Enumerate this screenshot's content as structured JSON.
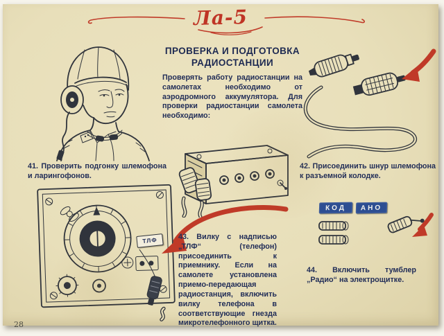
{
  "page": {
    "header_title": "Ла-5",
    "page_number": "28"
  },
  "article": {
    "title_line1": "ПРОВЕРКА И ПОДГОТОВКА",
    "title_line2": "РАДИОСТАНЦИИ",
    "intro": "Проверять работу радиостанции на самолетах необходимо от аэродромного аккумулятора. Для проверки радиостанции самолета необходимо:",
    "steps": [
      {
        "id": "41",
        "text": "41. Проверить подгонку шлемофона и ларингофонов."
      },
      {
        "id": "42",
        "text": "42. Присоединить шнур шлемофона к разъемной колодке."
      },
      {
        "id": "43",
        "text": "43. Вилку с надписью „ТЛФ“ (телефон) присоединить к приемнику. Если на самолете установлена приемо-передающая радиостанция, включить вилку телефона в соответствующие гнезда микротелефонного щитка."
      },
      {
        "id": "44",
        "text": "44. Включить тумблер „Радио“ на электрощитке."
      }
    ],
    "illustration_labels": {
      "receiver_tag": "ТЛФ",
      "plate_kod": "КОД",
      "plate_ano": "АНО"
    }
  },
  "colors": {
    "paper": "#e9e0bb",
    "ink": "#30343c",
    "text_navy": "#222e58",
    "accent_red": "#c03a28",
    "plate_blue": "#2d4e92"
  }
}
